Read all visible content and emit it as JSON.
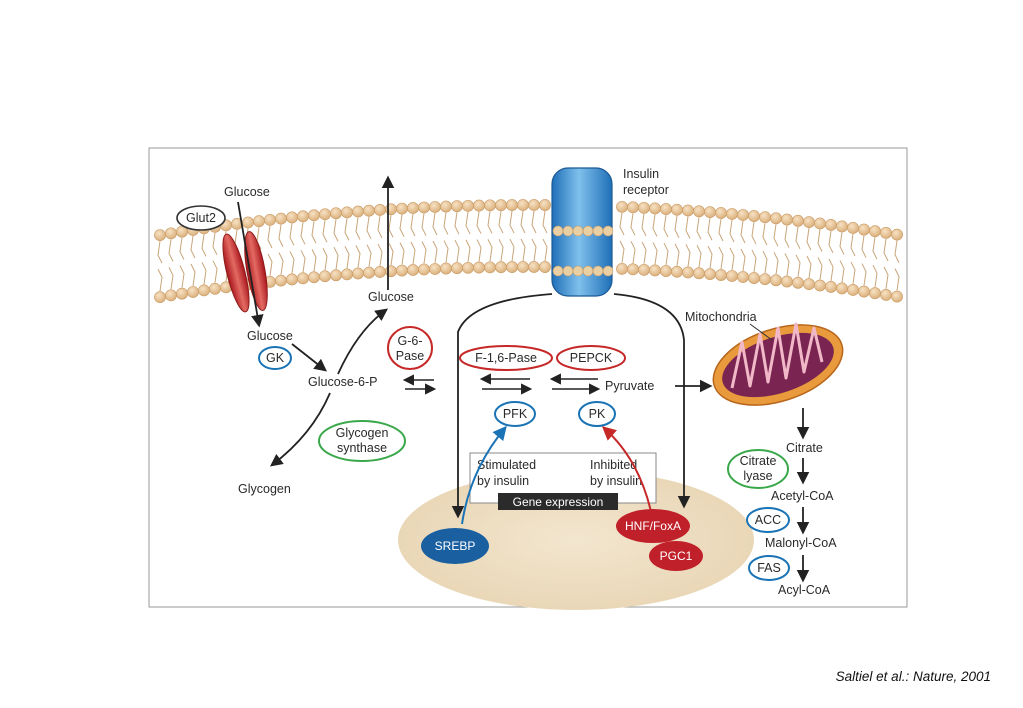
{
  "citation": "Saltiel et al.: Nature, 2001",
  "labels": {
    "glucose_top": "Glucose",
    "glut2": "Glut2",
    "glucose_inner": "Glucose",
    "gk": "GK",
    "glucose_6p": "Glucose-6-P",
    "glucose_out": "Glucose",
    "glycogen_synthase_1": "Glycogen",
    "glycogen_synthase_2": "synthase",
    "glycogen": "Glycogen",
    "g6pase_1": "G-6-",
    "g6pase_2": "Pase",
    "f16pase": "F-1,6-Pase",
    "pepck": "PEPCK",
    "pyruvate": "Pyruvate",
    "pfk": "PFK",
    "pk": "PK",
    "insulin_receptor_1": "Insulin",
    "insulin_receptor_2": "receptor",
    "mitochondria": "Mitochondria",
    "stimulated_1": "Stimulated",
    "stimulated_2": "by insulin",
    "inhibited_1": "Inhibited",
    "inhibited_2": "by insulin",
    "gene_expression": "Gene expression",
    "srebp": "SREBP",
    "hnf_foxa": "HNF/FoxA",
    "pgc1": "PGC1",
    "citrate": "Citrate",
    "citrate_lyase_1": "Citrate",
    "citrate_lyase_2": "lyase",
    "acetyl_coa": "Acetyl-CoA",
    "acc": "ACC",
    "malonyl_coa": "Malonyl-CoA",
    "fas": "FAS",
    "acyl_coa": "Acyl-CoA"
  },
  "colors": {
    "stimulated": "#1a73b5",
    "inhibited": "#c62828",
    "glycogen_synthase_ring": "#3aa84a",
    "membrane": "#e8c497",
    "nucleus": "#efe1c8",
    "receptor": "#3d8fd4",
    "srebp_fill": "#1a5fa0",
    "hnf_fill": "#c0202a",
    "mitochondria_outer": "#e89a3c",
    "mitochondria_inner": "#7a2452"
  }
}
